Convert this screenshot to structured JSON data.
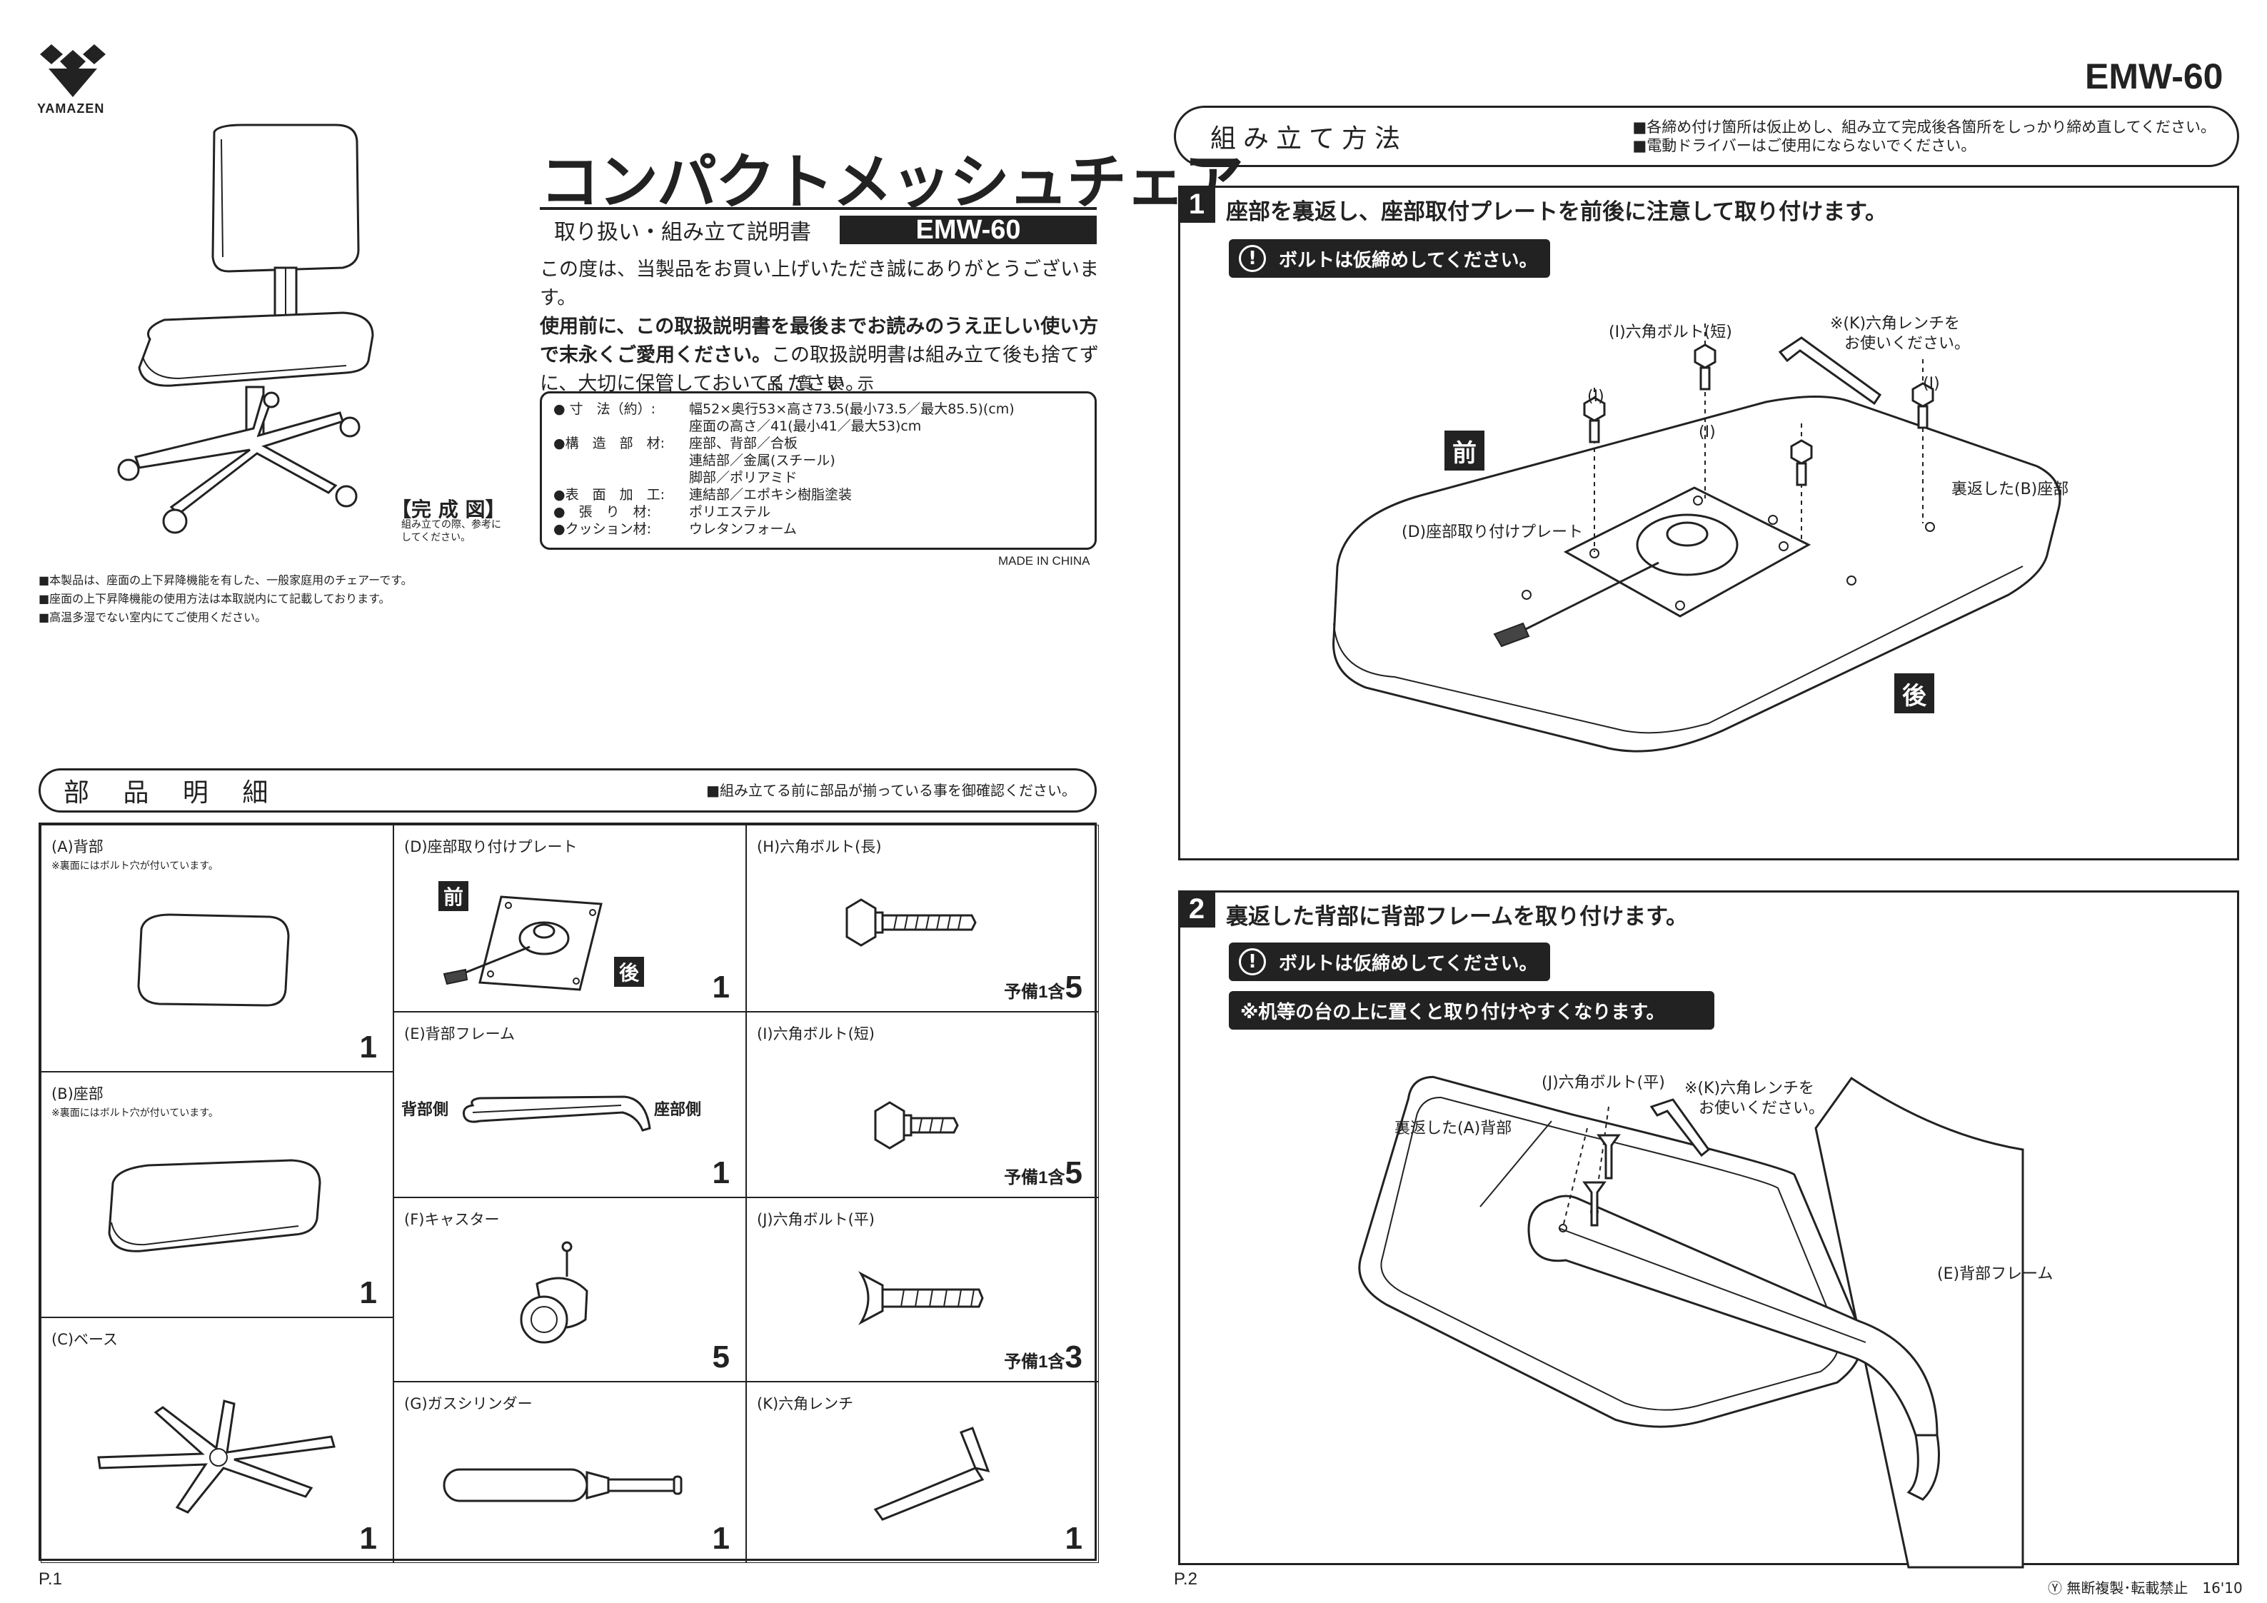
{
  "brand": {
    "name": "YAMAZEN"
  },
  "model": "EMW-60",
  "product": {
    "title": "コンパクトメッシュチェア",
    "subtitle": "取り扱い・組み立て説明書",
    "intro_1": "この度は、当製品をお買い上げいただき誠にありがとうございます。",
    "intro_2_bold": "使用前に、この取扱説明書を最後までお読みのうえ正しい使い方で末永くご愛用ください。",
    "intro_3": "この取扱説明書は組み立て後も捨てずに、大切に保管しておいてください。"
  },
  "quality": {
    "heading": "品 質 表 示",
    "rows": [
      {
        "k": "● 寸　法（約）:",
        "v": "幅52×奥行53×高さ73.5(最小73.5／最大85.5)(cm)"
      },
      {
        "k": "",
        "v": "座面の高さ／41(最小41／最大53)cm"
      },
      {
        "k": "●構　造　部　材:",
        "v": "座部、背部／合板"
      },
      {
        "k": "",
        "v": "連結部／金属(スチール)"
      },
      {
        "k": "",
        "v": "脚部／ポリアミド"
      },
      {
        "k": "●表　面　加　工:",
        "v": "連結部／エポキシ樹脂塗装"
      },
      {
        "k": "●　張　り　材:",
        "v": "ポリエステル"
      },
      {
        "k": "●クッション材:",
        "v": "ウレタンフォーム"
      }
    ],
    "made_in": "MADE IN CHINA"
  },
  "complete": {
    "label": "【完 成 図】",
    "note_1": "組み立ての際、参考に",
    "note_2": "してください。"
  },
  "notices": [
    "■本製品は、座面の上下昇降機能を有した、一般家庭用のチェアーです。",
    "■座面の上下昇降機能の使用方法は本取説内にて記載しております。",
    "■高温多湿でない室内にてご使用ください。"
  ],
  "parts": {
    "title": "部 品 明 細",
    "note": "■組み立てる前に部品が揃っている事を御確認ください。",
    "items": [
      {
        "name": "(A)背部",
        "note": "※裏面にはボルト穴が付いています。",
        "qty": "1"
      },
      {
        "name": "(B)座部",
        "note": "※裏面にはボルト穴が付いています。",
        "qty": "1"
      },
      {
        "name": "(C)ベース",
        "qty": "1"
      },
      {
        "name": "(D)座部取り付けプレート",
        "qty": "1",
        "front": "前",
        "back": "後"
      },
      {
        "name": "(E)背部フレーム",
        "qty": "1",
        "left": "背部側",
        "right": "座部側"
      },
      {
        "name": "(F)キャスター",
        "qty": "5"
      },
      {
        "name": "(G)ガスシリンダー",
        "qty": "1"
      },
      {
        "name": "(H)六角ボルト(長)",
        "qty_pre": "予備1含",
        "qty": "5"
      },
      {
        "name": "(I)六角ボルト(短)",
        "qty_pre": "予備1含",
        "qty": "5"
      },
      {
        "name": "(J)六角ボルト(平)",
        "qty_pre": "予備1含",
        "qty": "3"
      },
      {
        "name": "(K)六角レンチ",
        "qty": "1"
      }
    ]
  },
  "assembly": {
    "title": "組み立て方法",
    "note_1": "■各締め付け箇所は仮止めし、組み立て完成後各箇所をしっかり締め直してください。",
    "note_2": "■電動ドライバーはご使用にならないでください。",
    "steps": [
      {
        "num": "1",
        "text": "座部を裏返し、座部取付プレートを前後に注意して取り付けます。",
        "warn": "ボルトは仮締めしてください。",
        "labels": {
          "bolt": "(I)六角ボルト(短)",
          "wrench_1": "※(K)六角レンチを",
          "wrench_2": "お使いください。",
          "i": "(I)",
          "plate": "(D)座部取り付けプレート",
          "seat": "裏返した(B)座部",
          "front": "前",
          "back": "後"
        }
      },
      {
        "num": "2",
        "text": "裏返した背部に背部フレームを取り付けます。",
        "warn": "ボルトは仮締めしてください。",
        "tip": "※机等の台の上に置くと取り付けやすくなります。",
        "labels": {
          "bolt": "(J)六角ボルト(平)",
          "wrench_1": "※(K)六角レンチを",
          "wrench_2": "お使いください。",
          "back": "裏返した(A)背部",
          "frame": "(E)背部フレーム"
        }
      }
    ]
  },
  "footer": {
    "p1": "P.1",
    "p2": "P.2",
    "copyright": "Ⓨ 無断複製･転載禁止　16'10"
  }
}
